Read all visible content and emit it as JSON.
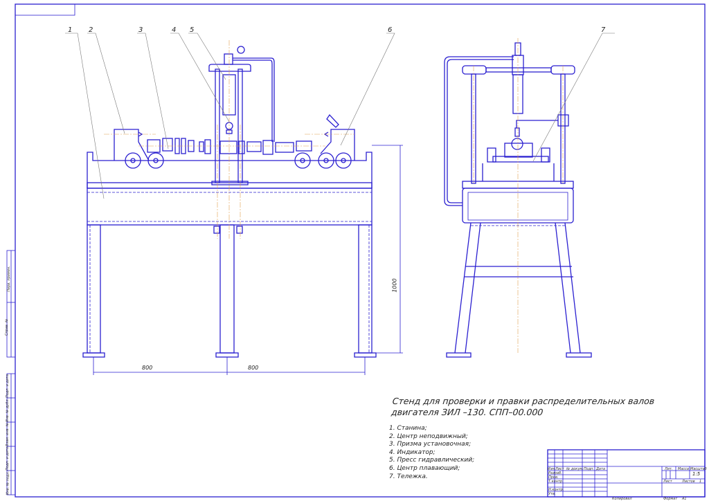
{
  "drawing": {
    "title_line1": "Стенд для проверки и правки распределительных валов",
    "title_line2": "двигателя ЗИЛ –130. СПП–00.000",
    "parts": [
      "1. Станина;",
      "2. Центр неподвижный;",
      "3. Призма установочная;",
      "4. Индикатор;",
      "5. Пресс гидравлический;",
      "6. Центр плавающий;",
      "7. Тележка."
    ],
    "callouts": [
      "1",
      "2",
      "3",
      "4",
      "5",
      "6",
      "7"
    ],
    "dimensions": {
      "left_span": "800",
      "right_span": "800",
      "height": "1000"
    }
  },
  "title_block": {
    "headers": [
      "Изм",
      "Лист",
      "№ докум.",
      "Подп.",
      "Дата"
    ],
    "rows": [
      "Разраб.",
      "Пров.",
      "Т.контр.",
      "Н.контр.",
      "Утв."
    ],
    "lit_label": "Лит.",
    "mass_label": "Масса",
    "scale_label": "Масштаб",
    "scale": "1:5",
    "sheet_label": "Лист",
    "sheets_label": "Листов",
    "sheets": "1",
    "copied": "Копировал",
    "format_label": "Формат",
    "format": "A1"
  },
  "side_stamp": [
    "Подп. и дата",
    "Инв. № дубл.",
    "Взам. инв. №",
    "Подп. и дата",
    "Инв. № подл.",
    "Справ. №",
    "Перв. примен."
  ]
}
